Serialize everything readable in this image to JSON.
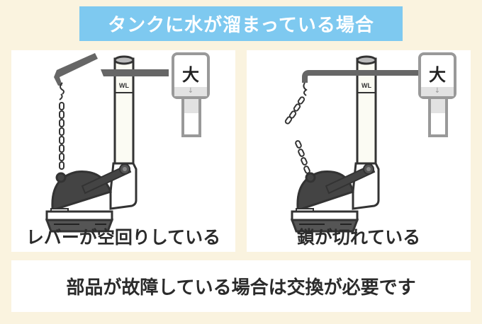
{
  "title": "タンクに水が溜まっている場合",
  "colors": {
    "background": "#faf3df",
    "banner": "#7ec9f0",
    "panel": "#ffffff",
    "dark_part": "#444444",
    "lever_arm": "#666666",
    "outline": "#333333",
    "handle_frame": "#999999"
  },
  "panels": [
    {
      "caption": "レバーが空回りしている",
      "overflow_pipe_label": "WL",
      "handle_label": "大",
      "handle_arrow": "↓"
    },
    {
      "caption": "鎖が切れている",
      "overflow_pipe_label": "WL",
      "handle_label": "大",
      "handle_arrow": "↓"
    }
  ],
  "footer": "部品が故障している場合は交換が必要です"
}
